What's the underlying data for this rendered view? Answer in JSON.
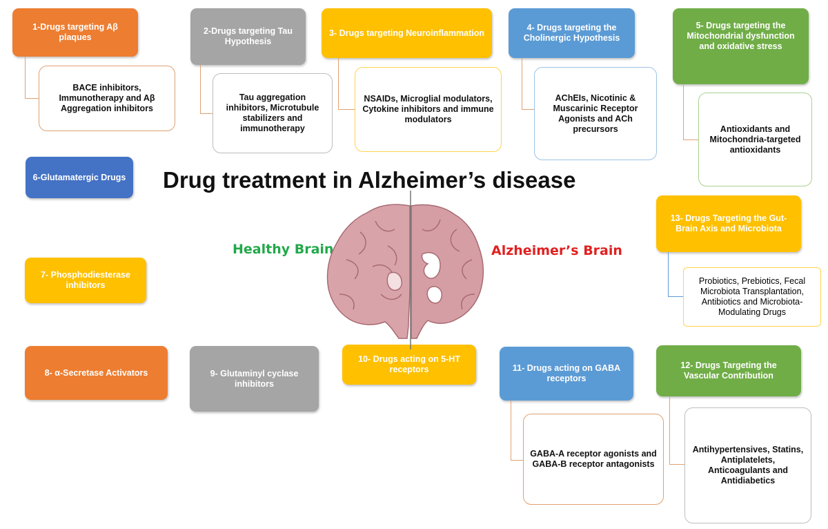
{
  "title": "Drug treatment in Alzheimer’s disease",
  "labels": {
    "healthy": "Healthy Brain",
    "alzheimer": "Alzheimer’s Brain"
  },
  "colors": {
    "orange": "#ed7d31",
    "gray": "#a5a5a5",
    "yellow": "#ffc000",
    "blue": "#5b9bd5",
    "green": "#70ad47",
    "darkblue": "#4472c4",
    "brain_fill": "#d8a4aa",
    "brain_edge": "#a86a72",
    "healthy_text": "#22a84a",
    "alzheimer_text": "#e02020"
  },
  "groups": [
    {
      "id": "g1",
      "title": "1-Drugs targeting Aβ plaques",
      "detail": "BACE inhibitors, Immunotherapy and Aβ Aggregation inhibitors"
    },
    {
      "id": "g2",
      "title": "2-Drugs targeting Tau Hypothesis",
      "detail": "Tau aggregation inhibitors, Microtubule stabilizers and immunotherapy"
    },
    {
      "id": "g3",
      "title": "3- Drugs targeting Neuroinflammation",
      "detail": "NSAIDs, Microglial modulators, Cytokine inhibitors and immune modulators"
    },
    {
      "id": "g4",
      "title": "4- Drugs targeting the Cholinergic Hypothesis",
      "detail": "AChEIs, Nicotinic & Muscarinic Receptor Agonists and ACh precursors"
    },
    {
      "id": "g5",
      "title": "5- Drugs targeting the Mitochondrial dysfunction and oxidative stress",
      "detail": "Antioxidants and Mitochondria-targeted antioxidants"
    },
    {
      "id": "g6",
      "title": "6-Glutamatergic Drugs"
    },
    {
      "id": "g7",
      "title": "7- Phosphodiesterase inhibitors"
    },
    {
      "id": "g8",
      "title": "8- α-Secretase Activators"
    },
    {
      "id": "g9",
      "title": "9- Glutaminyl cyclase inhibitors"
    },
    {
      "id": "g10",
      "title": "10- Drugs acting on 5-HT receptors"
    },
    {
      "id": "g11",
      "title": "11- Drugs acting on GABA receptors",
      "detail": "GABA-A receptor agonists and GABA-B receptor antagonists"
    },
    {
      "id": "g12",
      "title": "12- Drugs Targeting the Vascular Contribution",
      "detail": "Antihypertensives, Statins, Antiplatelets, Anticoagulants and Antidiabetics"
    },
    {
      "id": "g13",
      "title": "13- Drugs Targeting the Gut-Brain Axis and Microbiota",
      "detail": "Probiotics, Prebiotics, Fecal Microbiota Transplantation, Antibiotics and Microbiota-Modulating Drugs"
    }
  ]
}
